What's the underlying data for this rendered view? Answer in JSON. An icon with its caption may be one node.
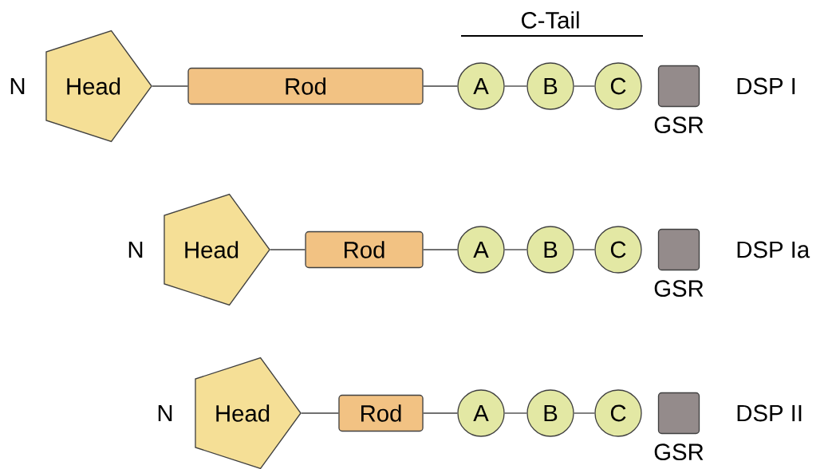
{
  "diagram": {
    "nodes": [
      {
        "text": [
          "Head"
        ]
      },
      {
        "text": [
          "Rod"
        ]
      },
      {
        "text": [
          "A"
        ]
      },
      {
        "text": [
          "B"
        ]
      },
      {
        "text": [
          "C"
        ]
      },
      {
        "text": [],
        "shape": "box",
        "beside": [
          "GSR"
        ]
      },
      {
        "text": [
          "Head"
        ]
      },
      {
        "text": [
          "Rod"
        ]
      },
      {
        "text": [
          "A"
        ]
      },
      {
        "text": [
          "B"
        ]
      },
      {
        "text": [
          "C"
        ]
      },
      {
        "text": [],
        "shape": "box",
        "beside": [
          "GSR"
        ]
      },
      {
        "text": [
          "Head"
        ]
      },
      {
        "text": [
          "Rod"
        ]
      },
      {
        "text": [
          "A"
        ]
      },
      {
        "text": [
          "B"
        ]
      },
      {
        "text": [
          "C"
        ]
      },
      {
        "text": [],
        "shape": "box",
        "beside": [
          "GSR"
        ]
      }
    ],
    "edges": [
      {
        "from": 0,
        "to": 1,
        "arrow": "none"
      },
      {
        "from": 1,
        "to": 2,
        "arrow": "none"
      },
      {
        "from": 2,
        "to": 3,
        "arrow": "none"
      },
      {
        "from": 3,
        "to": 4,
        "arrow": "none"
      },
      {
        "from": 6,
        "to": 7,
        "arrow": "none"
      },
      {
        "from": 7,
        "to": 8,
        "arrow": "none"
      },
      {
        "from": 8,
        "to": 9,
        "arrow": "none"
      },
      {
        "from": 9,
        "to": 10,
        "arrow": "none"
      },
      {
        "from": 12,
        "to": 13,
        "arrow": "none"
      },
      {
        "from": 13,
        "to": 14,
        "arrow": "none"
      },
      {
        "from": 14,
        "to": 15,
        "arrow": "none"
      },
      {
        "from": 15,
        "to": 16,
        "arrow": "none"
      }
    ],
    "labels": [
      "C-Tail",
      "N",
      "DSP I",
      "N",
      "DSP Ia",
      "N",
      "DSP II"
    ]
  }
}
